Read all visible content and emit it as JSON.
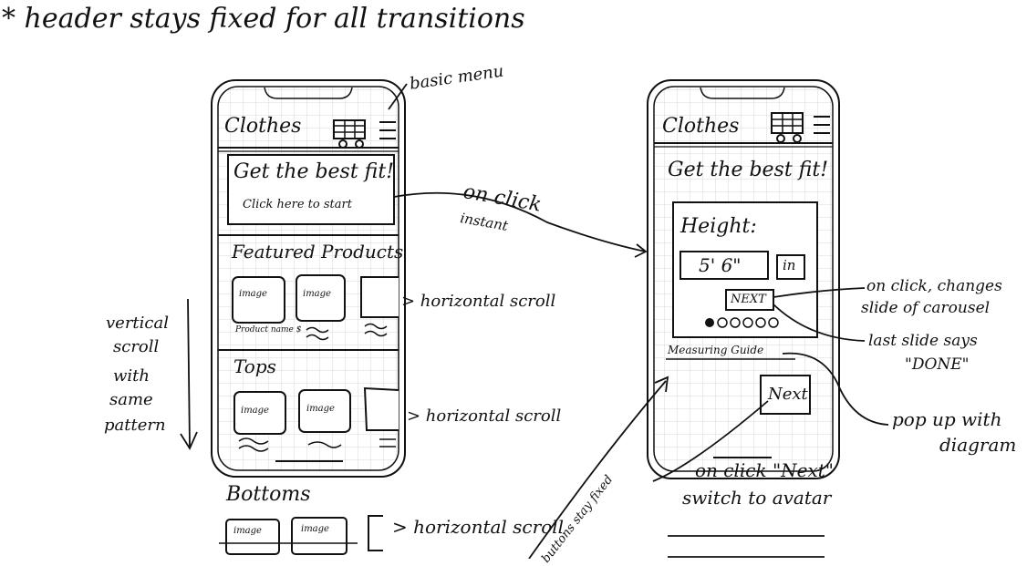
{
  "header_note": "* header stays fixed for all transitions",
  "left_phone": {
    "title": "Clothes",
    "hero_title": "Get the best fit!",
    "hero_cta": "Click here to start",
    "sections": [
      {
        "title": "Featured Products",
        "tiles": [
          "image",
          "image"
        ],
        "caption": "Product name $"
      },
      {
        "title": "Tops",
        "tiles": [
          "image",
          "image"
        ]
      }
    ]
  },
  "right_phone": {
    "title": "Clothes",
    "hero_title": "Get the best fit!",
    "height_label": "Height:",
    "height_value": "5' 6\"",
    "unit": "in",
    "next_small": "NEXT",
    "measuring_guide": "Measuring Guide",
    "next_button": "Next"
  },
  "below_left": {
    "title": "Bottoms",
    "tiles": [
      "image",
      "image"
    ]
  },
  "annotations": {
    "basic_menu": "basic menu",
    "on_click": "on click",
    "instant": "instant",
    "horizontal_scroll": "> horizontal scroll",
    "vertical_scroll": [
      "vertical",
      "scroll",
      "with",
      "same",
      "pattern"
    ],
    "carousel_note": [
      "on click, changes",
      "slide of carousel"
    ],
    "last_slide": [
      "last slide says",
      "\"DONE\""
    ],
    "popup": [
      "pop up with",
      "diagram"
    ],
    "next_switch": [
      "on click \"Next\"",
      "switch to avatar"
    ],
    "buttons_fixed": "buttons stay fixed"
  }
}
